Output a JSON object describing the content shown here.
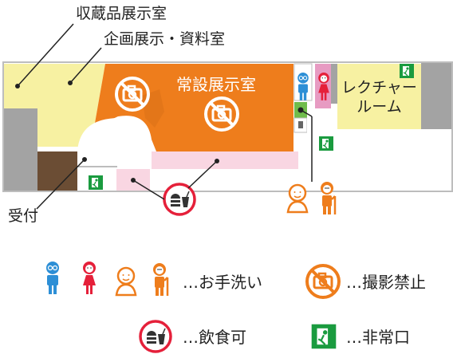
{
  "labels": {
    "storage": "収蔵品展示室",
    "planning": "企画展示・資料室",
    "permanent": "常設展示室",
    "lecture_1": "レクチャー",
    "lecture_2": "ルーム",
    "reception": "受付"
  },
  "legend": {
    "restroom": "…お手洗い",
    "no_photo": "…撮影禁止",
    "food_ok": "…飲食可",
    "exit": "…非常口"
  },
  "colors": {
    "gray": "#a3a3a3",
    "yellow": "#f7f1a2",
    "orange": "#ee7d1c",
    "pink": "#f9d6e2",
    "brown": "#6b4d34",
    "blue": "#2d8fd6",
    "red": "#e5203a",
    "green": "#1a9b3f",
    "light_green": "#6fbc4b",
    "purple_pink": "#e79bc2"
  }
}
